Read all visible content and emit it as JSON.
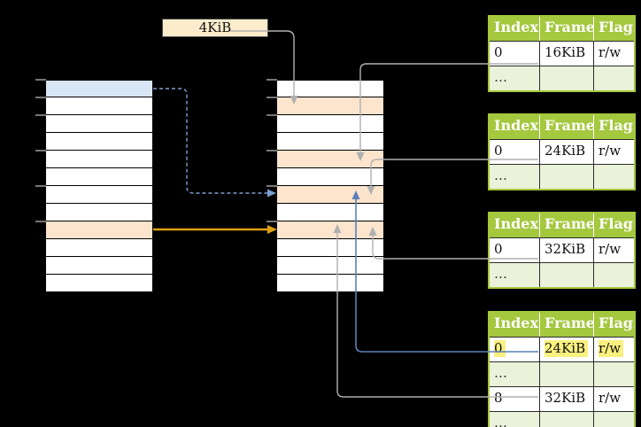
{
  "page_size_label": {
    "text": "4KiB"
  },
  "memory_columns": {
    "virtual": {
      "rows": [
        "blue",
        "white",
        "white",
        "white",
        "white",
        "white",
        "white",
        "white",
        "orange",
        "white",
        "white",
        "white"
      ]
    },
    "physical": {
      "rows": [
        "white",
        "orange",
        "white",
        "white",
        "orange",
        "white",
        "orange",
        "white",
        "orange",
        "white",
        "white",
        "white"
      ]
    }
  },
  "page_tables": [
    {
      "id": "page-table-1",
      "headers": [
        "Index",
        "Frame",
        "Flags"
      ],
      "rows": [
        {
          "type": "data",
          "highlight": false,
          "cells": [
            "0",
            "16KiB",
            "r/w"
          ]
        },
        {
          "type": "dots",
          "highlight": false,
          "cells": [
            "…",
            "",
            ""
          ]
        }
      ]
    },
    {
      "id": "page-table-2",
      "headers": [
        "Index",
        "Frame",
        "Flags"
      ],
      "rows": [
        {
          "type": "data",
          "highlight": false,
          "cells": [
            "0",
            "24KiB",
            "r/w"
          ]
        },
        {
          "type": "dots",
          "highlight": false,
          "cells": [
            "…",
            "",
            ""
          ]
        }
      ]
    },
    {
      "id": "page-table-3",
      "headers": [
        "Index",
        "Frame",
        "Flags"
      ],
      "rows": [
        {
          "type": "data",
          "highlight": false,
          "cells": [
            "0",
            "32KiB",
            "r/w"
          ]
        },
        {
          "type": "dots",
          "highlight": false,
          "cells": [
            "…",
            "",
            ""
          ]
        }
      ]
    },
    {
      "id": "page-table-4",
      "headers": [
        "Index",
        "Frame",
        "Flags"
      ],
      "rows": [
        {
          "type": "data",
          "highlight": true,
          "cells": [
            "0",
            "24KiB",
            "r/w"
          ]
        },
        {
          "type": "dots",
          "highlight": false,
          "cells": [
            "…",
            "",
            ""
          ]
        },
        {
          "type": "data",
          "highlight": false,
          "cells": [
            "8",
            "32KiB",
            "r/w"
          ]
        },
        {
          "type": "dots",
          "highlight": false,
          "cells": [
            "…",
            "",
            ""
          ]
        }
      ]
    }
  ],
  "colors": {
    "bg": "#000000",
    "table_header_bg": "#a4c83e",
    "table_header_text": "#ffffff",
    "table_border": "#a4c83e",
    "ellipsis_row_bg": "#ebf2da",
    "highlight_bg": "#f9f07e",
    "page_blue": "#d9e6f6",
    "frame_orange": "#fce4cd",
    "label_box_bg": "#fbeccb",
    "label_box_border": "#4a4a4a",
    "arrow_gray": "#b0b0b0",
    "arrow_blue_dashed": "#7f9fd1",
    "arrow_blue_solid": "#5b80b8",
    "arrow_gold": "#dd9f13",
    "tick_gray": "#777777"
  }
}
